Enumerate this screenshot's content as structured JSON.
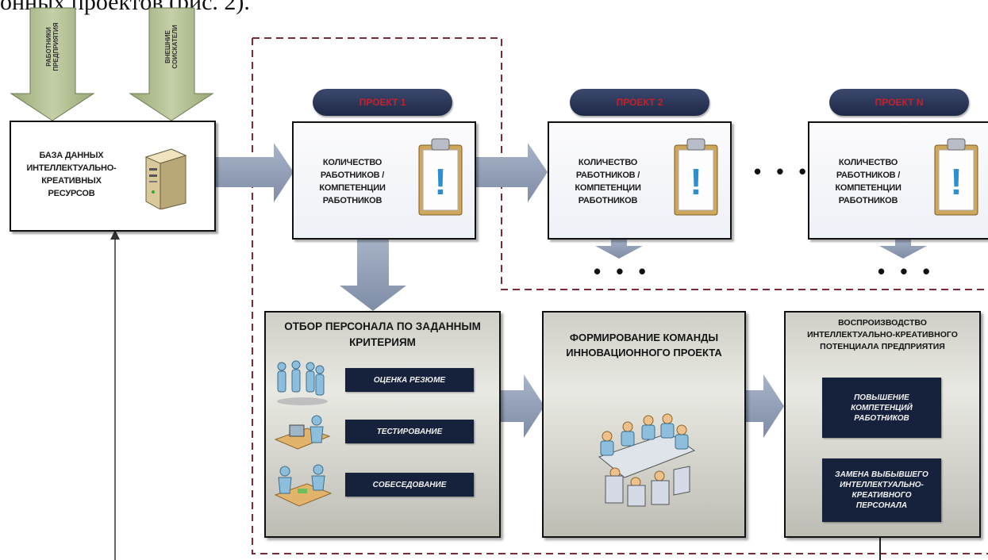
{
  "caption": "онных проектов (рис. 2).",
  "inputs": [
    {
      "label_line1": "РАБОТНИКИ",
      "label_line2": "ПРЕДПРИЯТИЯ"
    },
    {
      "label_line1": "ВНЕШНИЕ",
      "label_line2": "СОИСКАТЕЛИ"
    }
  ],
  "database": {
    "label": "БАЗА ДАННЫХ\nИНТЕЛЛЕКТУАЛЬНО-\nКРЕАТИВНЫХ\nРЕСУРСОВ"
  },
  "projects": [
    {
      "pill": "ПРОЕКТ 1",
      "text": "КОЛИЧЕСТВО\nРАБОТНИКОВ /\nКОМПЕТЕНЦИИ\nРАБОТНИКОВ"
    },
    {
      "pill": "ПРОЕКТ 2",
      "text": "КОЛИЧЕСТВО\nРАБОТНИКОВ /\nКОМПЕТЕНЦИИ\nРАБОТНИКОВ"
    },
    {
      "pill": "ПРОЕКТ N",
      "text": "КОЛИЧЕСТВО\nРАБОТНИКОВ /\nКОМПЕТЕНЦИИ\nРАБОТНИКОВ"
    }
  ],
  "ellipsis": "• • •",
  "selection": {
    "heading": "ОТБОР ПЕРСОНАЛА ПО ЗАДАННЫМ\nКРИТЕРИЯМ",
    "steps": [
      "ОЦЕНКА РЕЗЮМЕ",
      "ТЕСТИРОВАНИЕ",
      "СОБЕСЕДОВАНИЕ"
    ]
  },
  "team": {
    "heading": "ФОРМИРОВАНИЕ КОМАНДЫ\nИННОВАЦИОННОГО ПРОЕКТА"
  },
  "reproduction": {
    "heading": "ВОСПРОИЗВОДСТВО\nИНТЕЛЛЕКТУАЛЬНО-КРЕАТИВНОГО\nПОТЕНЦИАЛА ПРЕДПРИЯТИЯ",
    "items": [
      "ПОВЫШЕНИЕ\nКОМПЕТЕНЦИЙ\nРАБОТНИКОВ",
      "ЗАМЕНА ВЫБЫВШЕГО\nИНТЕЛЛЕКТУАЛЬНО-\nКРЕАТИВНОГО\nПЕРСОНАЛА"
    ]
  },
  "colors": {
    "pill_bg": "#1e2847",
    "pill_text": "#c3212b",
    "tag_bg": "#16213c",
    "dashed_border": "#7a2b35",
    "arrow_fill": "#8e9cb5",
    "input_arrow_fill": "#a7b58a"
  },
  "icons": [
    "server-icon",
    "clipboard-icon",
    "people-group-icon",
    "computer-desk-icon",
    "interview-icon",
    "meeting-table-icon"
  ]
}
